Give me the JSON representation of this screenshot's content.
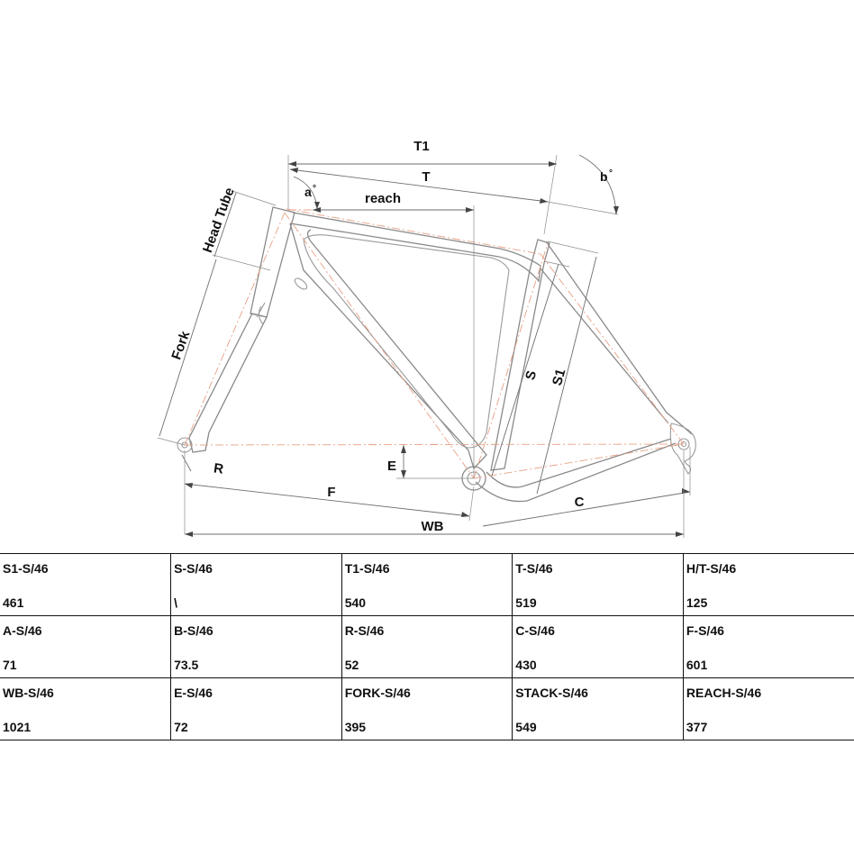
{
  "diagram": {
    "labels": {
      "t1": "T1",
      "t": "T",
      "reach": "reach",
      "a": "a",
      "b": "b",
      "head_tube": "Head Tube",
      "fork": "Fork",
      "s": "S",
      "s1": "S1",
      "e": "E",
      "r": "R",
      "f": "F",
      "c": "C",
      "wb": "WB",
      "degree": "°"
    }
  },
  "geometry_table": {
    "rows": [
      [
        {
          "label": "S1-S/46",
          "value": "461"
        },
        {
          "label": "S-S/46",
          "value": "\\"
        },
        {
          "label": "T1-S/46",
          "value": "540"
        },
        {
          "label": "T-S/46",
          "value": "519"
        },
        {
          "label": "H/T-S/46",
          "value": "125"
        }
      ],
      [
        {
          "label": "A-S/46",
          "value": "71"
        },
        {
          "label": "B-S/46",
          "value": "73.5"
        },
        {
          "label": "R-S/46",
          "value": "52"
        },
        {
          "label": "C-S/46",
          "value": "430"
        },
        {
          "label": "F-S/46",
          "value": "601"
        }
      ],
      [
        {
          "label": "WB-S/46",
          "value": "1021"
        },
        {
          "label": "E-S/46",
          "value": "72"
        },
        {
          "label": "FORK-S/46",
          "value": "395"
        },
        {
          "label": "STACK-S/46",
          "value": "549"
        },
        {
          "label": "REACH-S/46",
          "value": "377"
        }
      ]
    ]
  }
}
